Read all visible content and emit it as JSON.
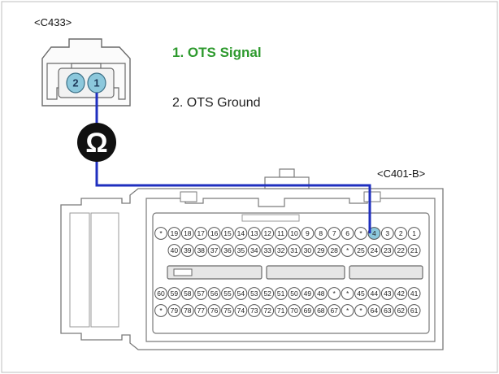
{
  "connectors": {
    "c433": {
      "label": "<C433>",
      "pins": [
        "2",
        "1"
      ]
    },
    "c401b": {
      "label": "<C401-B>"
    }
  },
  "legend": [
    {
      "text": "1. OTS Signal",
      "color": "#2e9a2e"
    },
    {
      "text": "2. OTS Ground",
      "color": "#222222"
    }
  ],
  "meter": {
    "symbol": "Ω",
    "symbol_name": "ohm-meter-icon"
  },
  "wire_color": "#1f2fbf",
  "highlight_pin_color": "#8cc8dc",
  "pin_rows": [
    [
      "*",
      "19",
      "18",
      "17",
      "16",
      "15",
      "14",
      "13",
      "12",
      "11",
      "10",
      "9",
      "8",
      "7",
      "6",
      "*",
      "4",
      "3",
      "2",
      "1"
    ],
    [
      "40",
      "39",
      "38",
      "37",
      "36",
      "35",
      "34",
      "33",
      "32",
      "31",
      "30",
      "29",
      "28",
      "*",
      "25",
      "24",
      "23",
      "22",
      "21"
    ],
    [
      "60",
      "59",
      "58",
      "57",
      "56",
      "55",
      "54",
      "53",
      "52",
      "51",
      "50",
      "49",
      "48",
      "*",
      "*",
      "45",
      "44",
      "43",
      "42",
      "41"
    ],
    [
      "*",
      "79",
      "78",
      "77",
      "76",
      "75",
      "74",
      "73",
      "72",
      "71",
      "70",
      "69",
      "68",
      "67",
      "*",
      "*",
      "64",
      "63",
      "62",
      "61"
    ]
  ],
  "highlighted_pin": "4"
}
